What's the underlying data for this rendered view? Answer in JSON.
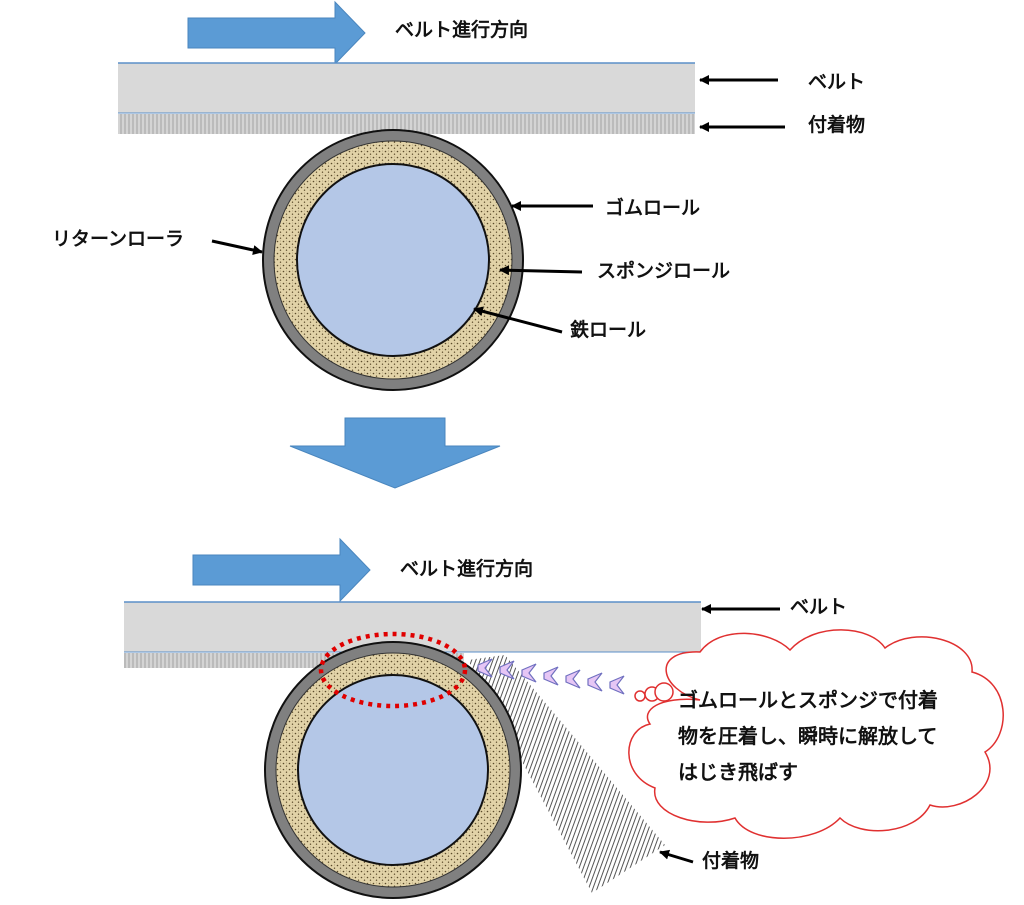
{
  "top_panel": {
    "direction_label": "ベルト進行方向",
    "belt_label": "ベルト",
    "deposit_label": "付着物",
    "rubber_roll_label": "ゴムロール",
    "return_roller_label": "リターンローラ",
    "sponge_roll_label": "スポンジロール",
    "iron_roll_label": "鉄ロール"
  },
  "bottom_panel": {
    "direction_label": "ベルト進行方向",
    "belt_label": "ベルト",
    "deposit_label": "付着物",
    "bubble_lines": [
      "ゴムロールとスポンジで付着",
      "物を圧着し、瞬時に解放して",
      "はじき飛ばす"
    ]
  },
  "colors": {
    "arrow_blue": "#5b9bd5",
    "belt_gray": "#d9d9d9",
    "rubber_gray": "#808080",
    "sponge_tan": "#e2d3a8",
    "iron_blue": "#b4c7e7",
    "highlight_red": "#e00000",
    "bubble_border": "#e03030",
    "chevron_fill": "#e6c6f5"
  }
}
